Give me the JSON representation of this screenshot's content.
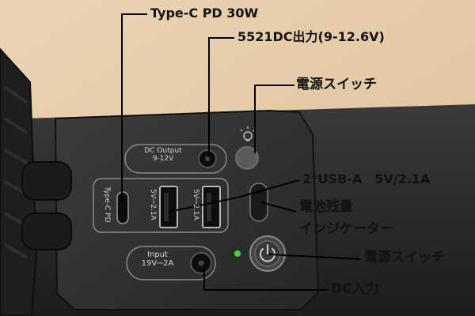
{
  "callouts": {
    "type_c": "Type-C PD 30W",
    "dc_output": "5521DC出力(9-12.6V)",
    "power_switch_top": "電源スイッチ",
    "usb_a": "2*USB-A　5V/2.1A",
    "battery_line1": "電池残量",
    "battery_line2": "インジケーター",
    "power_switch_bottom": "電源スイッチ",
    "dc_input": "DC入力"
  },
  "device_labels": {
    "dc_output_line1": "DC Output",
    "dc_output_line2": "9-12V",
    "type_c_pd": "Type-C PD",
    "usb1": "5V⎓2.1A",
    "usb2": "5V⎓2.1A",
    "input_line1": "Input",
    "input_line2": "19V⎓2A"
  },
  "colors": {
    "wall": "#e8cfae",
    "device_body": "#2a2a2a",
    "panel": "#333333",
    "led": "#4cd43a",
    "leader_line": "#000000"
  },
  "icons": [
    "lightbulb-icon",
    "power-icon"
  ]
}
